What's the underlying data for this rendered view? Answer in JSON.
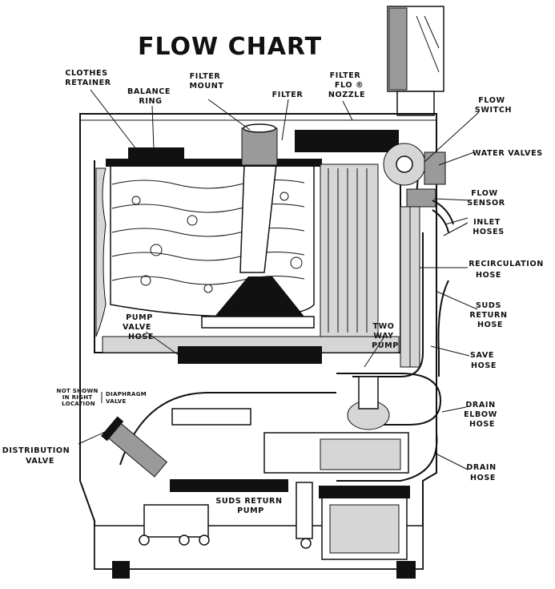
{
  "title": "FLOW CHART",
  "labels": {
    "clothes_retainer": [
      "CLOTHES",
      "RETAINER"
    ],
    "balance_ring": [
      "BALANCE",
      "RING"
    ],
    "filter_mount": [
      "FILTER",
      "MOUNT"
    ],
    "filter": [
      "FILTER"
    ],
    "filter_flo_nozzle": [
      "FILTER",
      "FLO  ®",
      "NOZZLE"
    ],
    "flow_switch": [
      "FLOW",
      "SWITCH"
    ],
    "water_valves": [
      "WATER VALVES"
    ],
    "flow_sensor": [
      "FLOW",
      "SENSOR"
    ],
    "inlet_hoses": [
      "INLET",
      "HOSES"
    ],
    "recirculation_hose": [
      "RECIRCULATION",
      "HOSE"
    ],
    "suds_return_hose": [
      "SUDS",
      "RETURN",
      "HOSE"
    ],
    "save_hose": [
      "SAVE",
      "HOSE"
    ],
    "pump_valve_hose": [
      "PUMP",
      "VALVE",
      "HOSE"
    ],
    "two_way_pump": [
      "TWO",
      "WAY",
      "PUMP"
    ],
    "not_shown": [
      "NOT SHOWN",
      "IN RIGHT",
      "LOCATION"
    ],
    "diaphragm_valve": [
      "DIAPHRAGM",
      "VALVE"
    ],
    "distribution_valve": [
      "DISTRIBUTION",
      "VALVE"
    ],
    "drain_elbow_hose": [
      "DRAIN",
      "ELBOW",
      "HOSE"
    ],
    "drain_hose": [
      "DRAIN",
      "HOSE"
    ],
    "suds_return_pump": [
      "SUDS  RETURN",
      "PUMP"
    ]
  }
}
